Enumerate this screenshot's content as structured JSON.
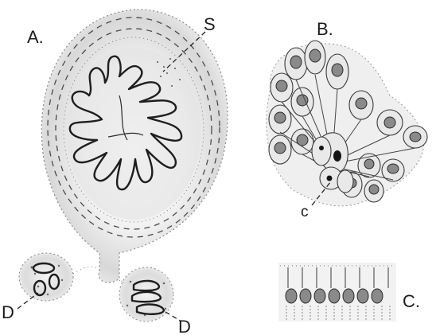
{
  "figure": {
    "labels": {
      "panel_a": "A.",
      "panel_b": "B.",
      "panel_c": "C.",
      "s": "S",
      "c_small": "c",
      "d_left": "D",
      "d_right": "D"
    }
  }
}
